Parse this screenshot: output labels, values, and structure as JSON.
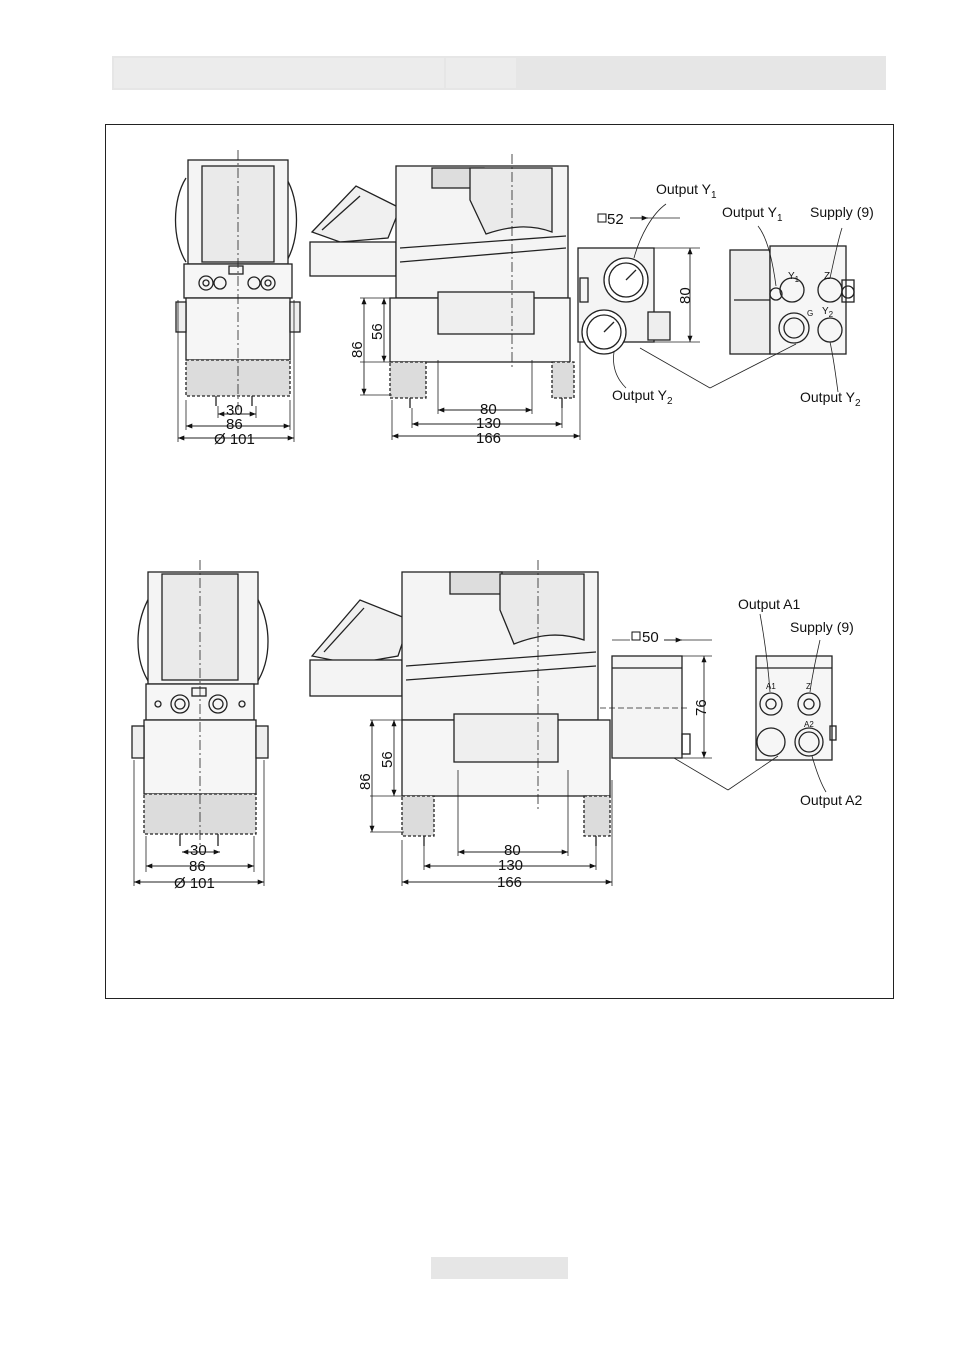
{
  "figure1": {
    "dims": {
      "w30": "30",
      "w86": "86",
      "d101": "Ø 101",
      "h86": "86",
      "h56": "56",
      "w80": "80",
      "w130": "130",
      "w166": "166",
      "sq": "52",
      "h80": "80"
    },
    "labels": {
      "output_y1_left": "Output Y",
      "output_y1_left_sub": "1",
      "output_y2_left": "Output Y",
      "output_y2_left_sub": "2",
      "output_y1_right": "Output Y",
      "output_y1_right_sub": "1",
      "supply_right": "Supply (9)",
      "output_y2_right": "Output Y",
      "output_y2_right_sub": "2",
      "port_y": "Y",
      "port_y_sub": "1",
      "port_z": "Z",
      "port_g": "G",
      "port_y2": "Y",
      "port_y2_sub": "2"
    }
  },
  "figure2": {
    "dims": {
      "w30": "30",
      "w86": "86",
      "d101": "Ø 101",
      "h86": "86",
      "h56": "56",
      "w80": "80",
      "w130": "130",
      "w166": "166",
      "sq": "50",
      "h76": "76"
    },
    "labels": {
      "output_a1": "Output A1",
      "supply": "Supply (9)",
      "output_a2": "Output A2",
      "port_a1": "A1",
      "port_z": "Z",
      "port_a2": "A2"
    }
  }
}
